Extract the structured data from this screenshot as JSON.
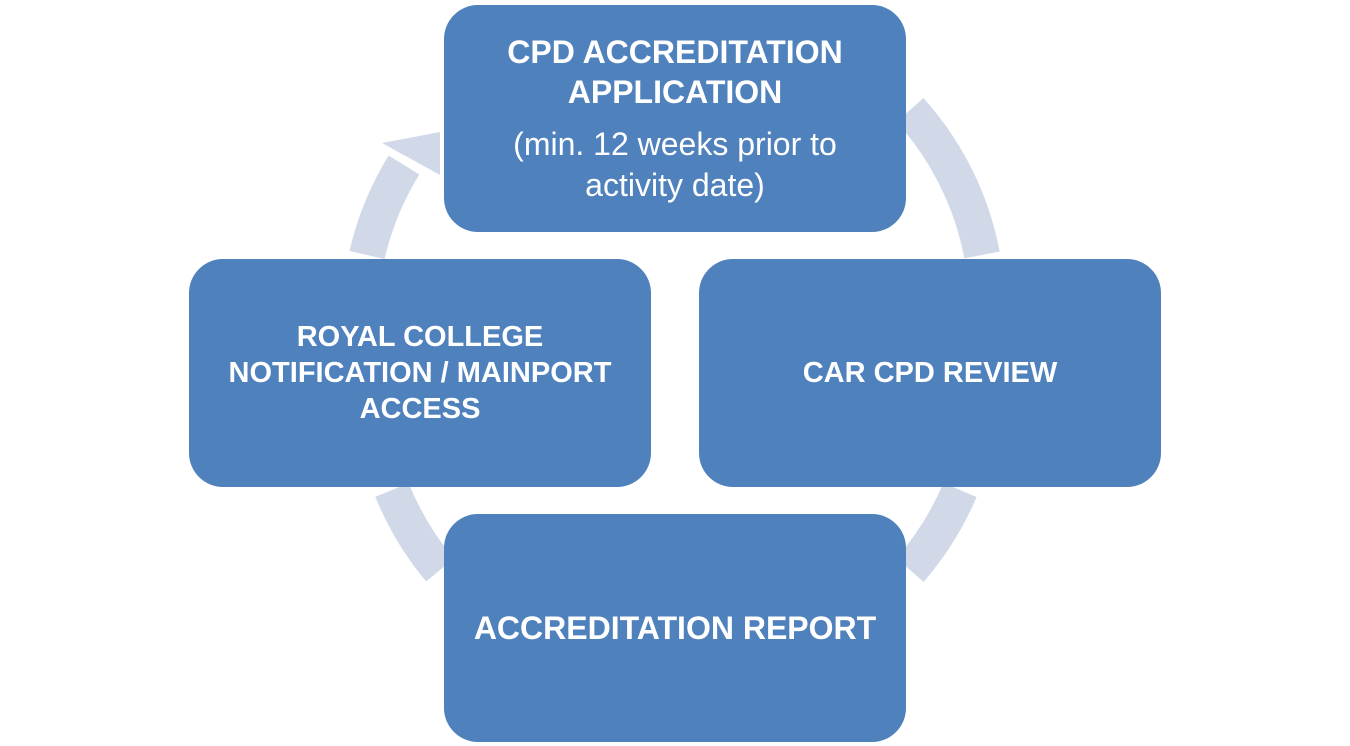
{
  "diagram": {
    "type": "cycle",
    "nodes": [
      {
        "id": "top",
        "title": "CPD ACCREDITATION\nAPPLICATION",
        "subtitle": "(min. 12 weeks prior to\nactivity date)"
      },
      {
        "id": "right",
        "title": "CAR CPD REVIEW"
      },
      {
        "id": "bottom",
        "title": "ACCREDITATION REPORT"
      },
      {
        "id": "left",
        "title": "ROYAL COLLEGE\nNOTIFICATION / MAINPORT\nACCESS"
      }
    ],
    "colors": {
      "box_fill": "#4f81bd",
      "box_text": "#ffffff",
      "ring": "#d1d9e8"
    }
  }
}
